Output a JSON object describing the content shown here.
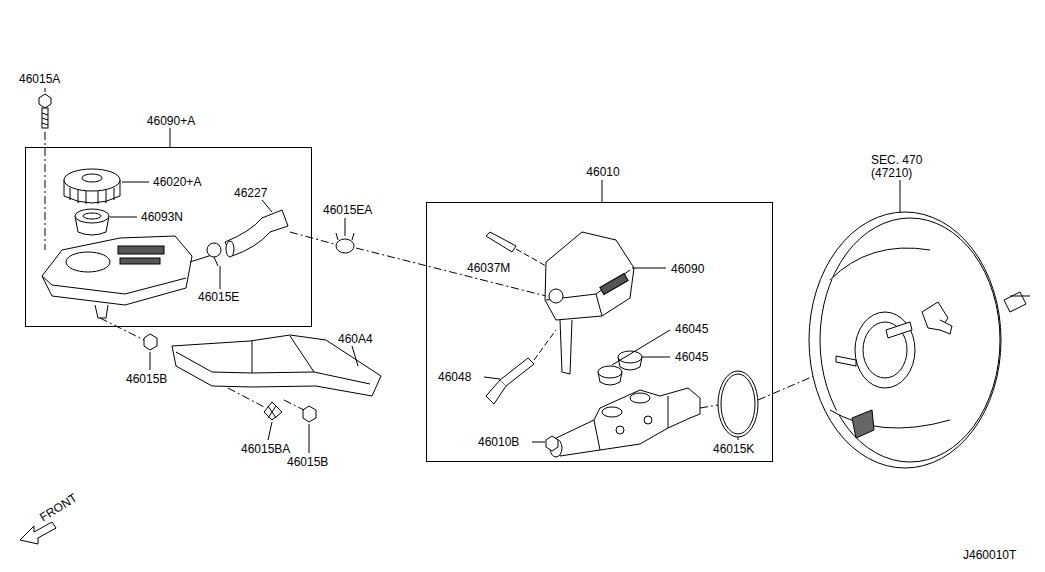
{
  "diagram": {
    "nodes": [
      {
        "text": [
          "46090+A"
        ]
      },
      {
        "text": [
          "46010"
        ]
      }
    ],
    "labels": [
      "46015A",
      "46020+A",
      "46093N",
      "46227",
      "46015E",
      "46015EA",
      "46015B",
      "460A4",
      "46015BA",
      "46015B",
      "46037M",
      "46090",
      "46045",
      "46045",
      "46048",
      "46010B",
      "46015K",
      "SEC. 470",
      "(47210)",
      "FRONT",
      "J460010T"
    ]
  }
}
